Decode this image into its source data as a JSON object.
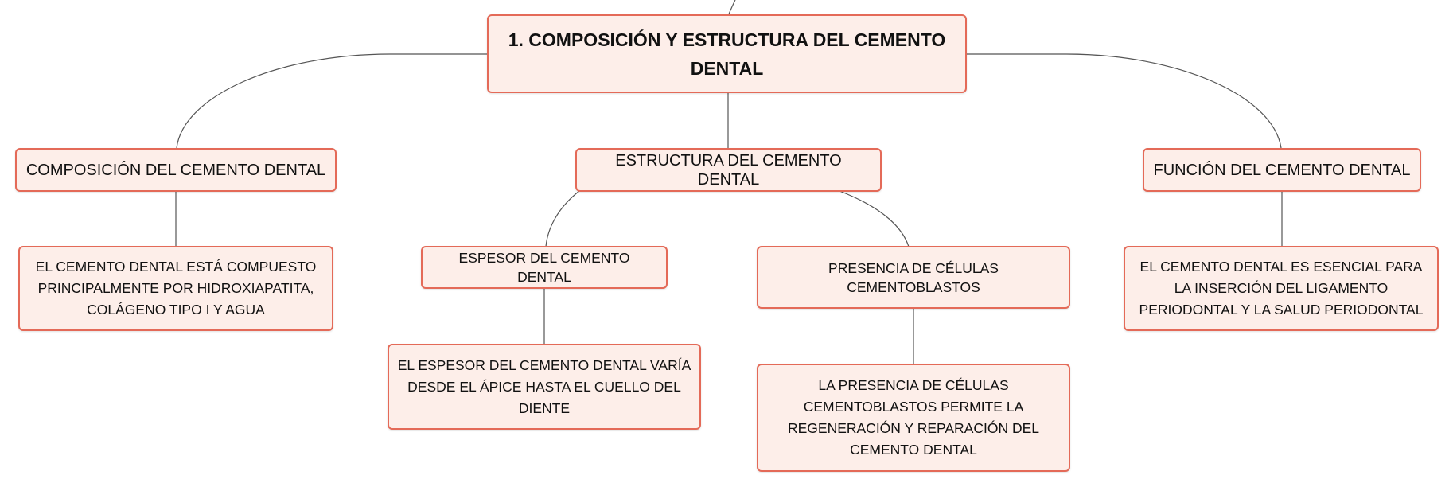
{
  "diagram": {
    "root": {
      "label": "1. COMPOSICIÓN Y ESTRUCTURA DEL CEMENTO DENTAL"
    },
    "branches": [
      {
        "label": "COMPOSICIÓN DEL CEMENTO DENTAL",
        "detail": "EL CEMENTO DENTAL ESTÁ COMPUESTO PRINCIPALMENTE POR HIDROXIAPATITA, COLÁGENO TIPO I Y AGUA"
      },
      {
        "label": "ESTRUCTURA DEL CEMENTO DENTAL",
        "children": [
          {
            "label": "ESPESOR DEL CEMENTO DENTAL",
            "detail": "EL ESPESOR DEL CEMENTO DENTAL VARÍA DESDE EL ÁPICE HASTA EL CUELLO DEL DIENTE"
          },
          {
            "label": "PRESENCIA DE CÉLULAS CEMENTOBLASTOS",
            "detail": "LA PRESENCIA DE CÉLULAS CEMENTOBLASTOS PERMITE LA REGENERACIÓN Y REPARACIÓN DEL CEMENTO DENTAL"
          }
        ]
      },
      {
        "label": "FUNCIÓN DEL CEMENTO DENTAL",
        "detail": "EL CEMENTO DENTAL ES ESENCIAL PARA LA INSERCIÓN DEL LIGAMENTO PERIODONTAL Y LA SALUD PERIODONTAL"
      }
    ],
    "colors": {
      "node_fill": "#fdeee9",
      "node_border": "#e46a58",
      "connector": "#555555"
    }
  }
}
